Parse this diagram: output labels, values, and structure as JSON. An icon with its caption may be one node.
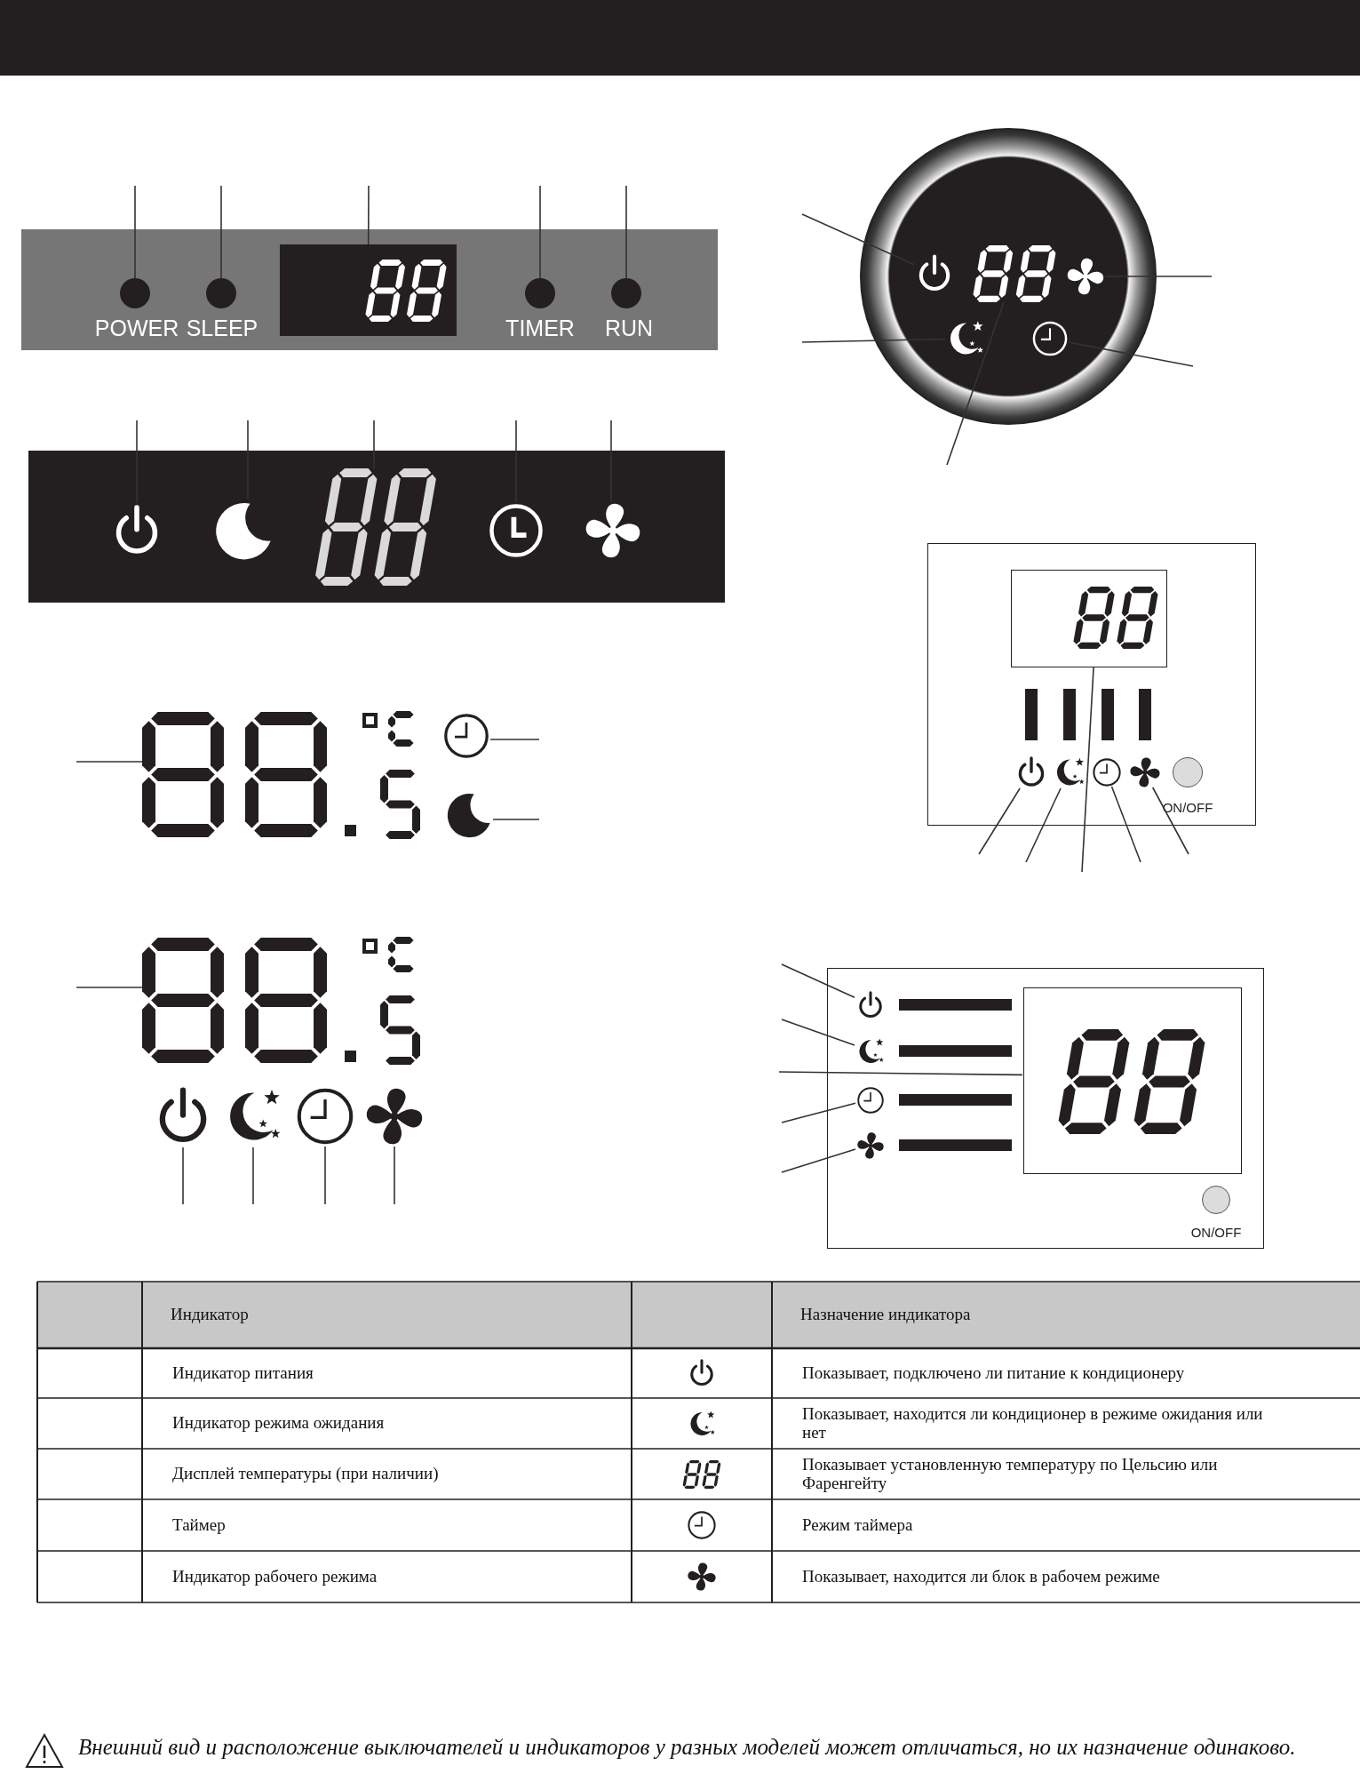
{
  "diagram": {
    "nodes": [
      {
        "text": [
          "POWER",
          "SLEEP",
          "TIMER",
          "RUN"
        ]
      },
      {
        "text": [],
        "shape": "circle",
        "in": 0
      },
      {
        "text": [],
        "shape": "circle",
        "in": 0
      },
      {
        "text": [],
        "shape": "box",
        "in": 0
      },
      {
        "text": [],
        "shape": "circle",
        "in": 0
      },
      {
        "text": [],
        "shape": "circle",
        "in": 0
      },
      {
        "text": [],
        "shape": "box"
      },
      {
        "text": [],
        "shape": "picture",
        "in": 6
      },
      {
        "text": [],
        "shape": "picture",
        "in": 6
      },
      {
        "text": [],
        "shape": "picture",
        "in": 6
      },
      {
        "text": [],
        "shape": "picture",
        "in": 6
      },
      {
        "text": [],
        "shape": "picture",
        "in": 6
      },
      {
        "text": [],
        "shape": "circle"
      },
      {
        "text": [],
        "shape": "picture",
        "in": 12
      },
      {
        "text": [],
        "shape": "picture",
        "in": 12
      },
      {
        "text": [],
        "shape": "picture",
        "in": 12
      },
      {
        "text": [],
        "shape": "picture",
        "in": 12
      },
      {
        "text": [],
        "shape": "picture",
        "in": 12
      },
      {
        "text": [],
        "shape": "picture"
      },
      {
        "text": [],
        "shape": "picture"
      },
      {
        "text": [],
        "shape": "picture"
      },
      {
        "text": [],
        "shape": "picture"
      },
      {
        "text": [],
        "shape": "picture"
      },
      {
        "text": [],
        "shape": "picture"
      },
      {
        "text": [],
        "shape": "picture"
      },
      {
        "text": [],
        "shape": "picture"
      },
      {
        "text": [
          "ON/OFF"
        ]
      },
      {
        "text": [],
        "shape": "box",
        "in": 26
      },
      {
        "text": [],
        "shape": "picture",
        "in": 26
      },
      {
        "text": [],
        "shape": "picture",
        "in": 26
      },
      {
        "text": [],
        "shape": "picture",
        "in": 26
      },
      {
        "text": [],
        "shape": "picture",
        "in": 26
      },
      {
        "text": [
          "ON/OFF"
        ]
      },
      {
        "text": [],
        "shape": "picture",
        "in": 32
      },
      {
        "text": [],
        "shape": "picture",
        "in": 32
      },
      {
        "text": [],
        "shape": "box",
        "in": 32
      },
      {
        "text": [],
        "shape": "picture",
        "in": 32
      },
      {
        "text": [],
        "shape": "picture",
        "in": 32
      }
    ],
    "edges": [
      {
        "from": null,
        "to": 1,
        "arrow": "none"
      },
      {
        "from": null,
        "to": 2,
        "arrow": "none"
      },
      {
        "from": null,
        "to": 3,
        "arrow": "none"
      },
      {
        "from": null,
        "to": 4,
        "arrow": "none"
      },
      {
        "from": null,
        "to": 5,
        "arrow": "none"
      },
      {
        "from": null,
        "to": 7,
        "arrow": "none"
      },
      {
        "from": null,
        "to": 8,
        "arrow": "none"
      },
      {
        "from": null,
        "to": 9,
        "arrow": "none"
      },
      {
        "from": null,
        "to": 10,
        "arrow": "none"
      },
      {
        "from": null,
        "to": 11,
        "arrow": "none"
      },
      {
        "from": null,
        "to": 13,
        "arrow": "none"
      },
      {
        "from": null,
        "to": 15,
        "arrow": "none"
      },
      {
        "from": null,
        "to": 16,
        "arrow": "none"
      },
      {
        "from": null,
        "to": 17,
        "arrow": "none"
      },
      {
        "from": null,
        "to": 14,
        "arrow": "none"
      },
      {
        "from": null,
        "to": 18,
        "arrow": "none"
      },
      {
        "from": null,
        "to": 19,
        "arrow": "none"
      },
      {
        "from": null,
        "to": 20,
        "arrow": "none"
      },
      {
        "from": null,
        "to": 21,
        "arrow": "none"
      },
      {
        "from": null,
        "to": 22,
        "arrow": "none"
      },
      {
        "from": null,
        "to": 23,
        "arrow": "none"
      },
      {
        "from": null,
        "to": 24,
        "arrow": "none"
      },
      {
        "from": null,
        "to": 25,
        "arrow": "none"
      },
      {
        "from": null,
        "to": 28,
        "arrow": "none"
      },
      {
        "from": null,
        "to": 29,
        "arrow": "none"
      },
      {
        "from": null,
        "to": 27,
        "arrow": "none"
      },
      {
        "from": null,
        "to": 30,
        "arrow": "none"
      },
      {
        "from": null,
        "to": 31,
        "arrow": "none"
      },
      {
        "from": null,
        "to": 33,
        "arrow": "none"
      },
      {
        "from": null,
        "to": 34,
        "arrow": "none"
      },
      {
        "from": null,
        "to": 35,
        "arrow": "none"
      },
      {
        "from": null,
        "to": 36,
        "arrow": "none"
      },
      {
        "from": null,
        "to": 37,
        "arrow": "none"
      }
    ],
    "labels": [
      "Индикатор",
      "Назначение индикатора",
      "Индикатор питания",
      "Показывает, подключено ли питание к кондиционеру",
      "Индикатор режима ожидания",
      "Показывает, находится ли кондиционер в режиме ожидания или нет",
      "Дисплей температуры (при наличии)",
      "Показывает установленную температуру по Цельсию или Фаренгейту",
      "Таймер",
      "Режим таймера",
      "Индикатор рабочего режима",
      "Показывает, находится ли блок в рабочем режиме",
      "Внешний вид и расположение выключателей и индикаторов у разных моделей может отличаться, но их назначение одинаково."
    ]
  }
}
